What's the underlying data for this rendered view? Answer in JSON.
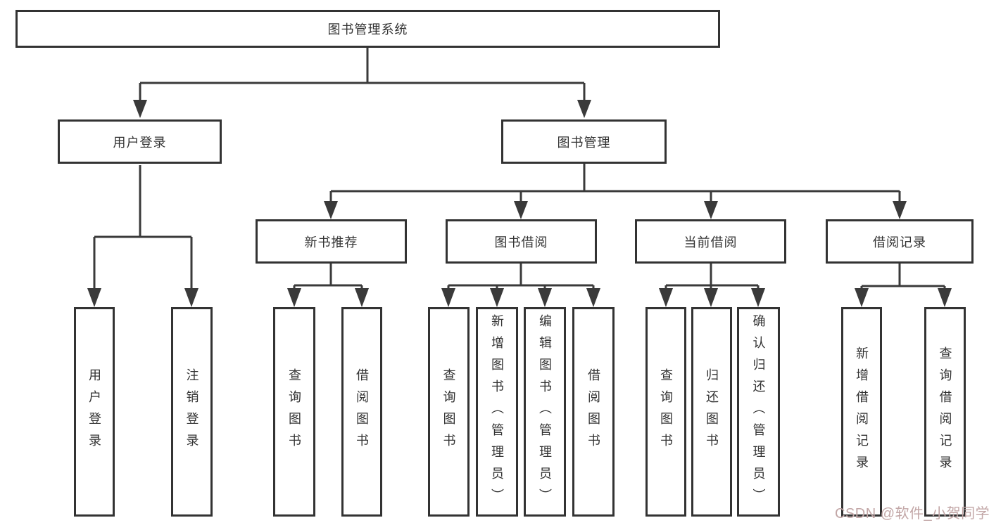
{
  "tree": {
    "label": "图书管理系统",
    "children": [
      {
        "label": "用户登录",
        "children": [
          {
            "label": "用户登录"
          },
          {
            "label": "注销登录"
          }
        ]
      },
      {
        "label": "图书管理",
        "children": [
          {
            "label": "新书推荐",
            "children": [
              {
                "label": "查询图书"
              },
              {
                "label": "借阅图书"
              }
            ]
          },
          {
            "label": "图书借阅",
            "children": [
              {
                "label": "查询图书"
              },
              {
                "label": "新增图书（管理员）"
              },
              {
                "label": "编辑图书（管理员）"
              },
              {
                "label": "借阅图书"
              }
            ]
          },
          {
            "label": "当前借阅",
            "children": [
              {
                "label": "查询图书"
              },
              {
                "label": "归还图书"
              },
              {
                "label": "确认归还（管理员）"
              }
            ]
          },
          {
            "label": "借阅记录",
            "children": [
              {
                "label": "新增借阅记录"
              },
              {
                "label": "查询借阅记录"
              }
            ]
          }
        ]
      }
    ]
  },
  "watermark": {
    "text": "CSDN @软件_小贺同学",
    "color": "#c2a6a6"
  },
  "colors": {
    "line": "#3a3a3a",
    "border": "#333333",
    "text": "#333333",
    "background": "#ffffff"
  }
}
